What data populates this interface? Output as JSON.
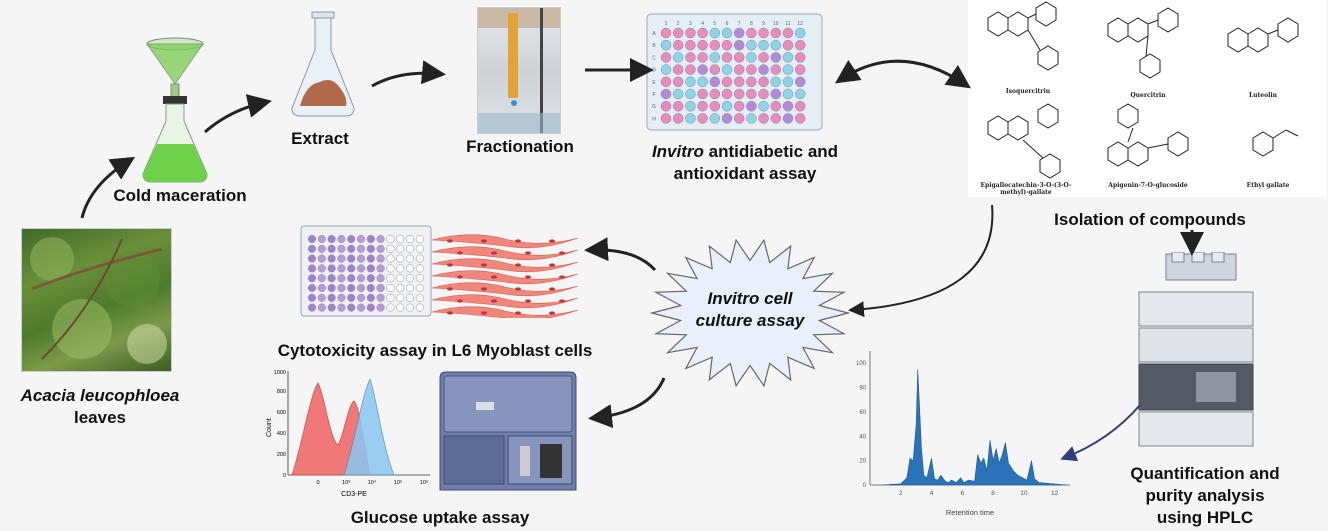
{
  "labels": {
    "plant_line1": "Acacia leucophloea",
    "plant_line2": "leaves",
    "cold_maceration": "Cold maceration",
    "extract": "Extract",
    "fractionation": "Fractionation",
    "invitro_italic": "Invitro",
    "assay_line1_rest": " antidiabetic and",
    "assay_line2": "antioxidant  assay",
    "isolation": "Isolation of compounds",
    "hplc_line1": "Quantification and",
    "hplc_line2": "purity analysis",
    "hplc_line3": "using HPLC",
    "cell_culture_line1": "Invitro cell",
    "cell_culture_line2": "culture assay",
    "cytotoxicity": "Cytotoxicity assay in L6 Myoblast cells",
    "glucose": "Glucose uptake assay"
  },
  "compounds": [
    "Isoquercitrin",
    "Quercitrin",
    "Luteolin",
    "Epigallocatechin-3-O-(3-O-methyl)-gallate",
    "Apigenin-7-O-glucoside",
    "Ethyl gallate"
  ],
  "plate": {
    "columns": [
      "1",
      "2",
      "3",
      "4",
      "5",
      "6",
      "7",
      "8",
      "9",
      "10",
      "11",
      "12"
    ],
    "rows": [
      "A",
      "B",
      "C",
      "D",
      "E",
      "F",
      "G",
      "H"
    ]
  },
  "flow_chart": {
    "xlabel": "CD3-PE",
    "ylabel": "Count",
    "yticks": [
      "0",
      "200",
      "400",
      "600",
      "800",
      "1000"
    ],
    "xticks": [
      "0",
      "10³",
      "10⁴",
      "10⁵",
      "10⁶"
    ]
  },
  "chart_data": {
    "type": "line",
    "title": "",
    "xlabel": "Retention time",
    "ylabel": "",
    "xlim": [
      0,
      13
    ],
    "ylim": [
      0,
      110
    ],
    "xticks": [
      2,
      4,
      6,
      8,
      10,
      12
    ],
    "yticks": [
      0,
      20,
      40,
      60,
      80,
      100
    ],
    "x": [
      0.8,
      2.0,
      2.4,
      2.6,
      2.8,
      3.0,
      3.1,
      3.2,
      3.35,
      3.5,
      3.7,
      4.0,
      4.2,
      4.4,
      4.6,
      4.9,
      5.1,
      5.3,
      5.6,
      5.9,
      6.1,
      6.4,
      6.8,
      7.0,
      7.2,
      7.4,
      7.6,
      7.8,
      8.0,
      8.2,
      8.4,
      8.6,
      8.8,
      9.0,
      9.3,
      9.6,
      9.9,
      10.2,
      10.5,
      10.7,
      11.0,
      12.8
    ],
    "y": [
      0,
      1,
      6,
      22,
      20,
      50,
      95,
      70,
      30,
      8,
      6,
      22,
      5,
      4,
      8,
      3,
      2,
      4,
      2,
      6,
      2,
      4,
      3,
      25,
      18,
      22,
      12,
      37,
      20,
      30,
      18,
      25,
      35,
      18,
      12,
      8,
      6,
      4,
      20,
      5,
      2,
      0
    ]
  }
}
